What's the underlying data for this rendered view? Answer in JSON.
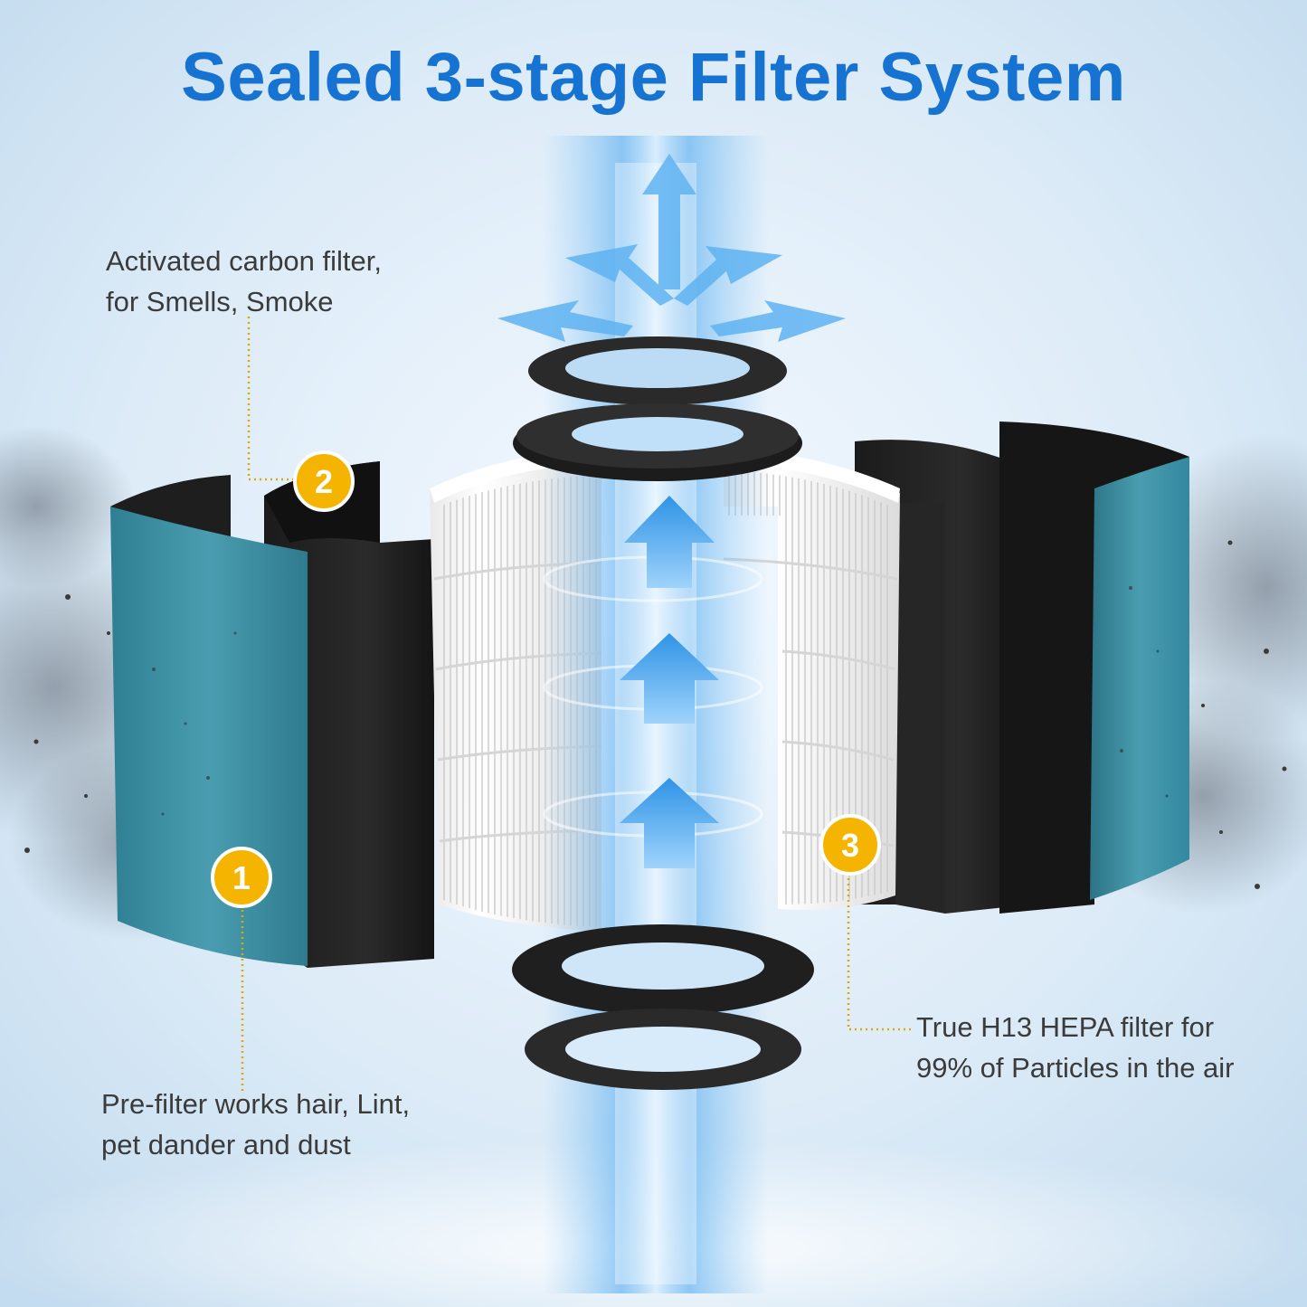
{
  "headline": "Sealed 3-stage Filter System",
  "callouts": [
    {
      "number": "1",
      "lines": [
        "Pre-filter works hair, Lint,",
        "pet dander and dust"
      ]
    },
    {
      "number": "2",
      "lines": [
        "Activated carbon filter,",
        "for Smells, Smoke"
      ]
    },
    {
      "number": "3",
      "lines": [
        "True H13 HEPA filter for",
        "99% of Particles in the air"
      ]
    }
  ],
  "colors": {
    "headline": "#1673d1",
    "badge": "#f4b400",
    "leader_line": "#e0a800",
    "prefilter_teal": "#3a8ea0",
    "carbon_black": "#262626",
    "hepa_white": "#f7f7f7",
    "airflow_blue": "#3b9ee8",
    "background": "#dcebf7"
  },
  "icons": [
    "airflow-arrow-icon",
    "number-badge-icon"
  ]
}
